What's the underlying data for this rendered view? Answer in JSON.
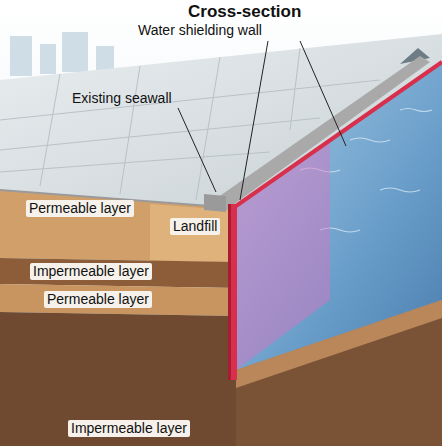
{
  "diagram": {
    "title": "Cross-section",
    "labels": [
      "Water shielding wall",
      "Existing seawall",
      "Permeable layer",
      "Landfill",
      "Impermeable layer",
      "Permeable layer",
      "Impermeable layer"
    ]
  }
}
